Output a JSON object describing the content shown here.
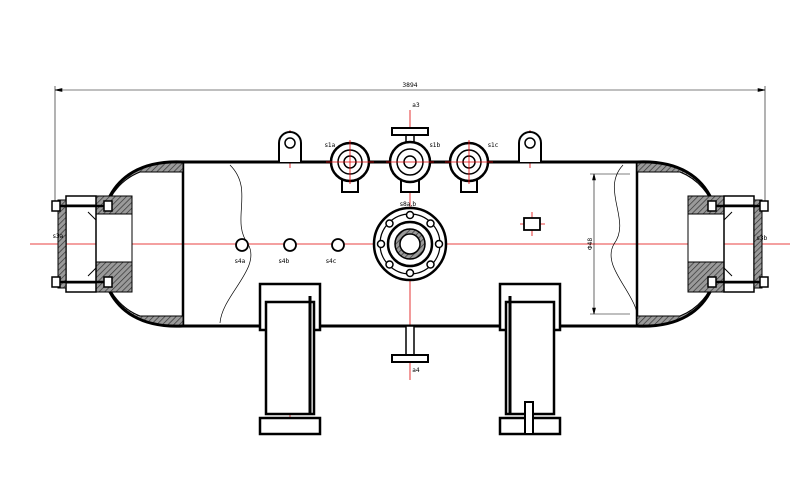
{
  "drawing": {
    "overall_dimension": "3894",
    "vessel_height_dimension": "Φ48",
    "labels": {
      "top_nozzle": "a3",
      "nozzle_s1a": "s1a",
      "nozzle_s1b": "s1b",
      "nozzle_s1c": "s1c",
      "manhole": "s8a,b",
      "lower_s4a": "s4a",
      "lower_s4b": "s4b",
      "lower_s4c": "s4c",
      "left_end": "s3a",
      "right_end": "s3b",
      "bottom_nozzle": "a4"
    },
    "colors": {
      "line": "#000000",
      "centerline": "#e00000",
      "hatch": "#555555"
    }
  }
}
